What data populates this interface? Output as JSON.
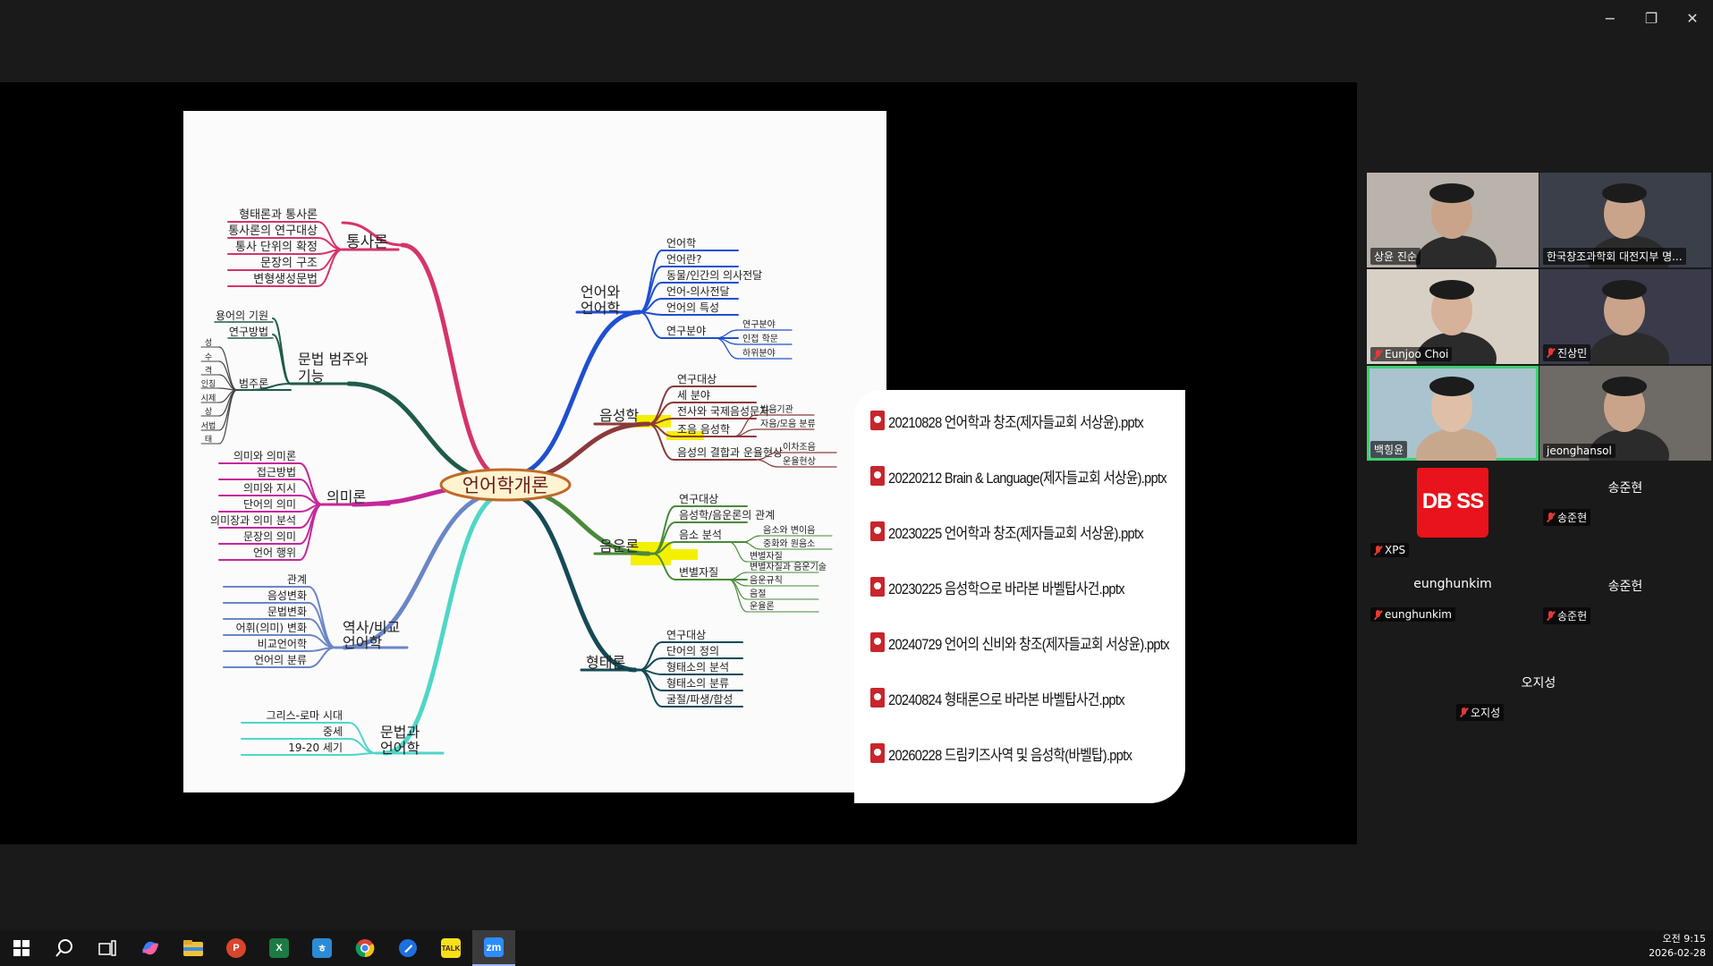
{
  "window": {
    "minimize": "−",
    "restore": "❐",
    "close": "✕"
  },
  "mindmap": {
    "center": "언어학개론",
    "branches": {
      "syntax": {
        "title": "통사론",
        "items": [
          "형태론과 통사론",
          "통사론의 연구대상",
          "통사 단위의 확정",
          "문장의 구조",
          "변형생성문법"
        ]
      },
      "grammar": {
        "title1": "문법 범주와",
        "title2": "기능",
        "items": [
          "용어의 기원",
          "연구방법"
        ],
        "sub": "범주론",
        "sub_items": [
          "성",
          "수",
          "격",
          "인칭",
          "시제",
          "상",
          "서법",
          "태"
        ]
      },
      "semantics": {
        "title": "의미론",
        "items": [
          "의미와 의미론",
          "접근방법",
          "의미와 지시",
          "단어의 의미",
          "의미장과 의미 분석",
          "문장의 의미",
          "언어 행위"
        ]
      },
      "historical": {
        "title1": "역사/비교",
        "title2": "언어학",
        "items": [
          "관계",
          "음성변화",
          "문법변화",
          "어휘(의미) 변화",
          "비교언어학",
          "언어의 분류"
        ]
      },
      "grammarhist": {
        "title1": "문법과",
        "title2": "언어학",
        "items": [
          "그리스-로마 시대",
          "중세",
          "19-20 세기"
        ]
      },
      "linguistics": {
        "title1": "언어와",
        "title2": "언어학",
        "items": [
          "언어학",
          "언어란?",
          "동물/인간의 의사전달",
          "언어-의사전달",
          "언어의 특성",
          "연구분야"
        ],
        "sub_items": [
          "연구분야",
          "인접 학문",
          "하위분야"
        ]
      },
      "phonetics": {
        "title": "음성학",
        "items": [
          "연구대상",
          "세 분야",
          "전사와 국제음성문자",
          "조음 음성학",
          "음성의 결합과 운율현상"
        ],
        "sub_items": [
          "발음기관",
          "자음/모음 분류",
          "이차조음",
          "운율현상"
        ]
      },
      "phonology": {
        "title": "음운론",
        "items": [
          "연구대상",
          "음성학/음운론의 관계",
          "음소 분석",
          "변별자질"
        ],
        "sub_items": [
          "음소와 변이음",
          "중화와 원음소",
          "변별자질",
          "변별자질과 음운기술",
          "음운규칙",
          "음절",
          "운율론"
        ]
      },
      "morphology": {
        "title": "형태론",
        "items": [
          "연구대상",
          "단어의 정의",
          "형태소의 분석",
          "형태소의 분류",
          "굴절/파생/합성"
        ]
      }
    }
  },
  "files": [
    "20210828 언어학과 창조(제자들교회 서상윤).pptx",
    "20220212 Brain & Language(제자들교회 서상윤).pptx",
    "20230225 언어학과 창조(제자들교회 서상윤).pptx",
    "20230225 음성학으로 바라본 바벨탑사건.pptx",
    "20240729 언어의 신비와 창조(제자들교회 서상윤).pptx",
    "20240824 형태론으로 바라본 바벨탑사건.pptx",
    "20260228 드림키즈사역 및 음성학(바벨탑).pptx"
  ],
  "participants": [
    {
      "name": "상윤 진순",
      "muted": false
    },
    {
      "name": "한국창조과학회 대전지부 명...",
      "muted": false
    },
    {
      "name": "Eunjoo Choi",
      "muted": true
    },
    {
      "name": "진상민",
      "muted": true
    },
    {
      "name": "백힝윤",
      "muted": false
    },
    {
      "name": "jeonghansol",
      "muted": false
    },
    {
      "name": "XPS",
      "muted": true,
      "logo": "DB SS"
    },
    {
      "name": "송준현",
      "muted": true,
      "display": "송준현"
    },
    {
      "name": "eunghunkim",
      "muted": true,
      "display": "eunghunkim"
    },
    {
      "name": "송준헌",
      "muted": true,
      "display": "송준헌"
    },
    {
      "name": "오지성",
      "muted": true,
      "display": "오지성"
    }
  ],
  "taskbar": {
    "icons": [
      "windows-start-icon",
      "search-icon",
      "task-view-icon",
      "copilot-icon",
      "file-explorer-icon",
      "powerpoint-icon",
      "excel-icon",
      "hangul-icon",
      "chrome-icon",
      "paint-app-icon",
      "kakaotalk-icon",
      "zoom-icon"
    ],
    "zoom_label": "zm",
    "kakao_label": "TALK",
    "time": "오전 9:15",
    "date": "2026-02-28"
  },
  "colors": {
    "syntax": "#d6336c",
    "grammar": "#1f5b4a",
    "semantics": "#c5279a",
    "historical": "#6b86c7",
    "grammarhist": "#4fd6c8",
    "linguistics": "#1f4fd0",
    "phonetics": "#8b3a3a",
    "phonology": "#4a8a3a",
    "morphology": "#154a55",
    "highlight": "#f5f000",
    "active_speaker": "#3ecf6e"
  }
}
